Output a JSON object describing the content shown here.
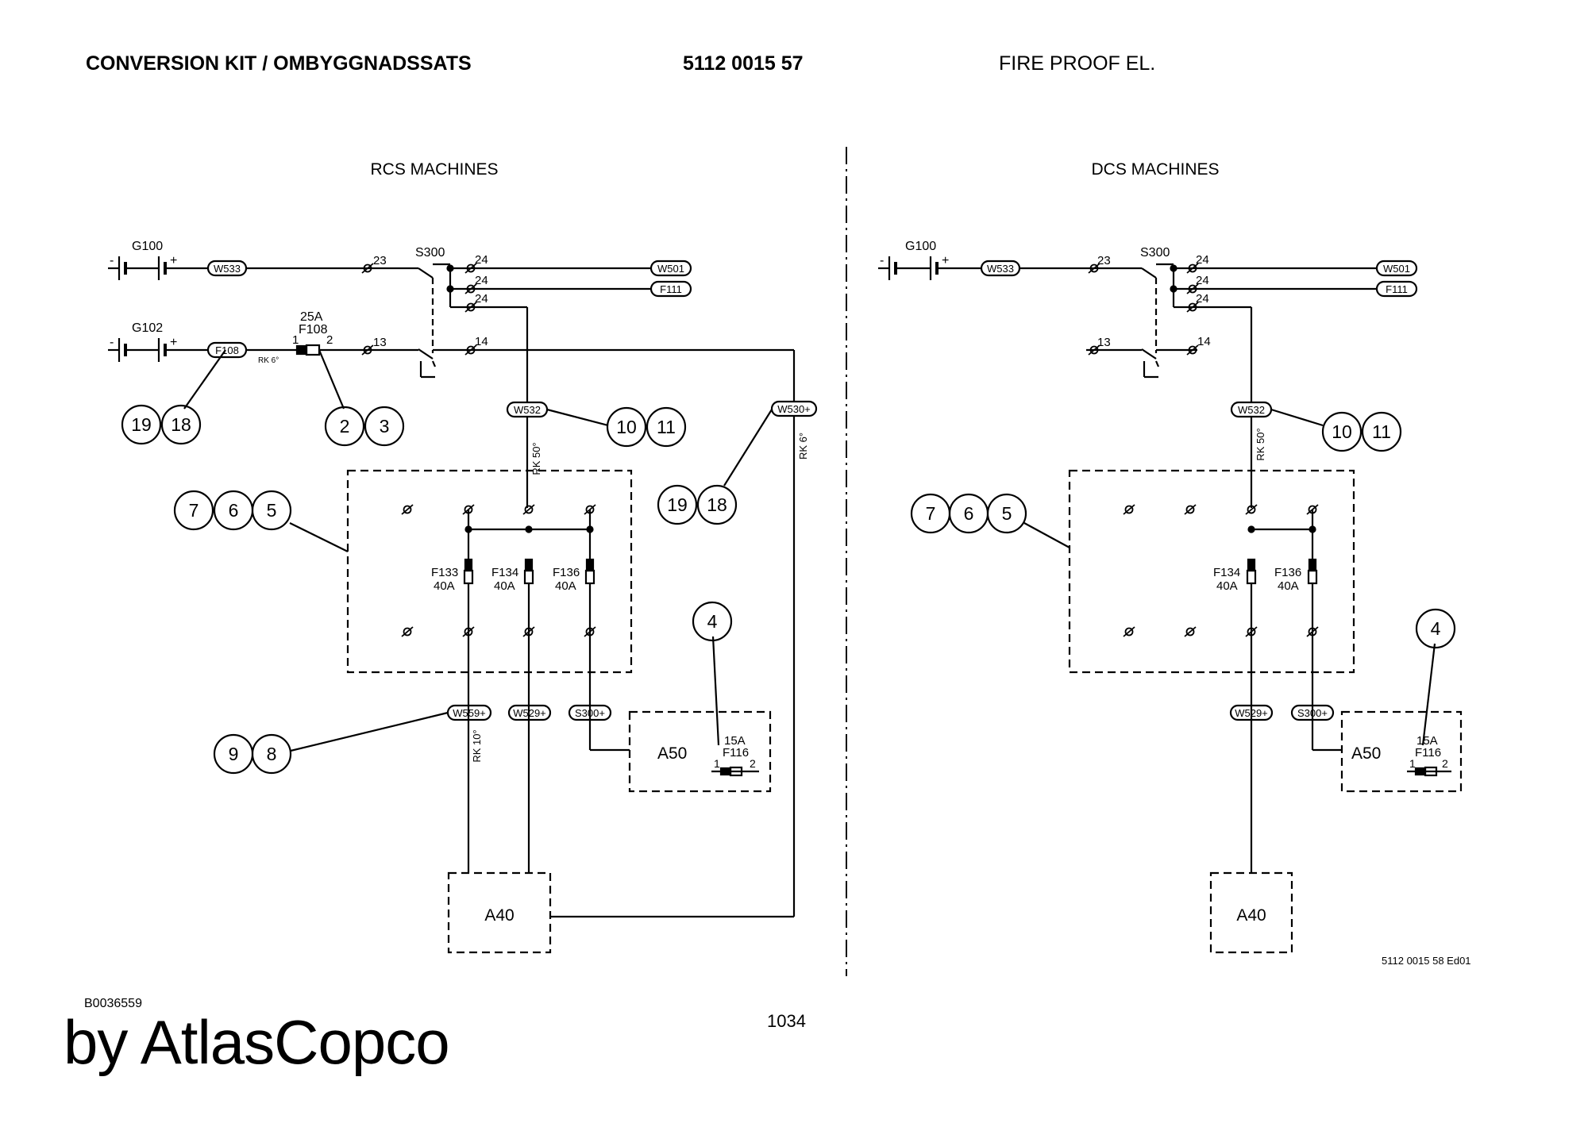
{
  "header": {
    "title": "CONVERSION KIT / OMBYGGNADSSATS",
    "part_number": "5112 0015 57",
    "description": "FIRE PROOF EL."
  },
  "footer": {
    "doc_code": "B0036559",
    "page_number": "1034",
    "brand": "by AtlasCopco",
    "drawing_ref": "5112 0015 58 Ed01"
  },
  "panels": {
    "left": {
      "title": "RCS MACHINES",
      "g100": "G100",
      "g102": "G102",
      "s300": "S300",
      "w533": "W533",
      "f108_tag": "F108",
      "rk6_small": "RK 6°",
      "f108_rating": "25A",
      "f108_name": "F108",
      "pin1": "1",
      "pin2": "2",
      "t23": "23",
      "t24": "24",
      "t13": "13",
      "t14": "14",
      "w501": "W501",
      "f111": "F111",
      "w532": "W532",
      "rk50": "RK 50°",
      "w530": "W530+",
      "rk6": "RK 6°",
      "f133": "F133",
      "f134": "F134",
      "f136": "F136",
      "a40": "40A",
      "w559": "W559+",
      "w529": "W529+",
      "s300p": "S300+",
      "rk10": "RK 10°",
      "a50": "A50",
      "f116_rating": "15A",
      "f116_name": "F116",
      "a40_box": "A40",
      "balloons": [
        "19",
        "18",
        "2",
        "3",
        "10",
        "11",
        "19",
        "18",
        "7",
        "6",
        "5",
        "4",
        "9",
        "8"
      ],
      "minus": "-",
      "plus": "+"
    },
    "right": {
      "title": "DCS MACHINES",
      "g100": "G100",
      "s300": "S300",
      "w533": "W533",
      "t23": "23",
      "t24": "24",
      "t13": "13",
      "t14": "14",
      "w501": "W501",
      "f111": "F111",
      "w532": "W532",
      "rk50": "RK 50°",
      "f134": "F134",
      "f136": "F136",
      "a40": "40A",
      "w529": "W529+",
      "s300p": "S300+",
      "a50": "A50",
      "f116_rating": "15A",
      "f116_name": "F116",
      "a40_box": "A40",
      "balloons": [
        "10",
        "11",
        "7",
        "6",
        "5",
        "4"
      ],
      "minus": "-",
      "plus": "+"
    }
  }
}
